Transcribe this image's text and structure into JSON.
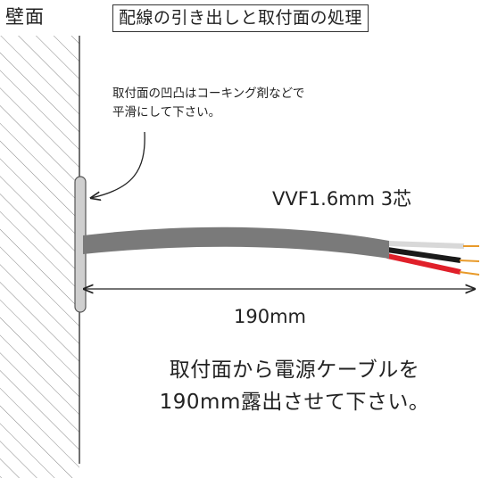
{
  "wall_label": "壁面",
  "title": "配線の引き出しと取付面の処理",
  "callout": {
    "line1": "取付面の凹凸はコーキング剤などで",
    "line2": "平滑にして下さい。"
  },
  "cable_spec": "VVF1.6mm 3芯",
  "length_label": "190mm",
  "instruction": {
    "line1": "取付面から電源ケーブルを",
    "line2": "190mm露出させて下さい。"
  },
  "colors": {
    "cable_sheath": "#7a7a7a",
    "wire_white": "#d8d8d8",
    "wire_black": "#1a1a1a",
    "wire_red": "#e0202a",
    "conductor": "#e89a2a",
    "caulk": "#cfcfcf"
  }
}
